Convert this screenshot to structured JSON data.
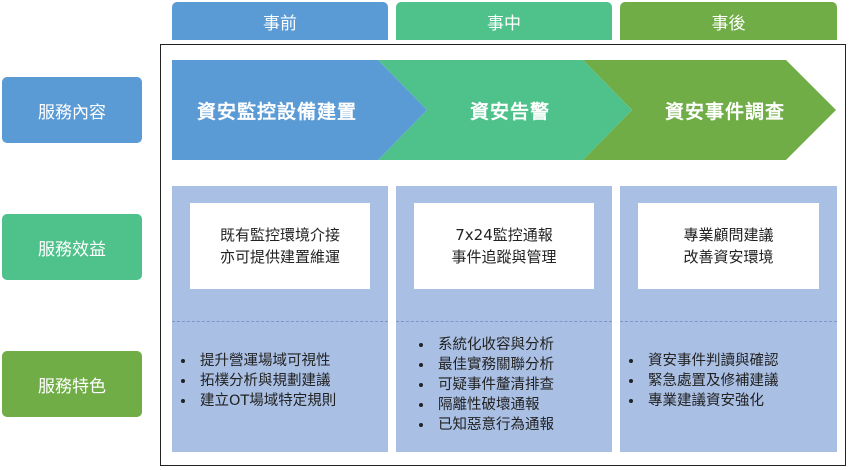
{
  "phases": [
    "事前",
    "事中",
    "事後"
  ],
  "row_labels": [
    "服務內容",
    "服務效益",
    "服務特色"
  ],
  "arrows": [
    "資安監控設備建置",
    "資安告警",
    "資安事件調查"
  ],
  "benefits": [
    [
      "既有監控環境介接",
      "亦可提供建置維運"
    ],
    [
      "7x24監控通報",
      "事件追蹤與管理"
    ],
    [
      "專業顧問建議",
      "改善資安環境"
    ]
  ],
  "features": [
    [
      "提升營運場域可視性",
      "拓樸分析與規劃建議",
      "建立OT場域特定規則"
    ],
    [
      "系統化收容與分析",
      "最佳實務關聯分析",
      "可疑事件釐清排查",
      "隔離性破壞通報",
      "已知惡意行為通報"
    ],
    [
      "資安事件判讀與確認",
      "緊急處置及修補建議",
      "專業建議資安強化"
    ]
  ],
  "colors": {
    "blue": "#5b9bd5",
    "teal": "#4ec28a",
    "green": "#70ad47",
    "panel": "#a9bfe3"
  }
}
